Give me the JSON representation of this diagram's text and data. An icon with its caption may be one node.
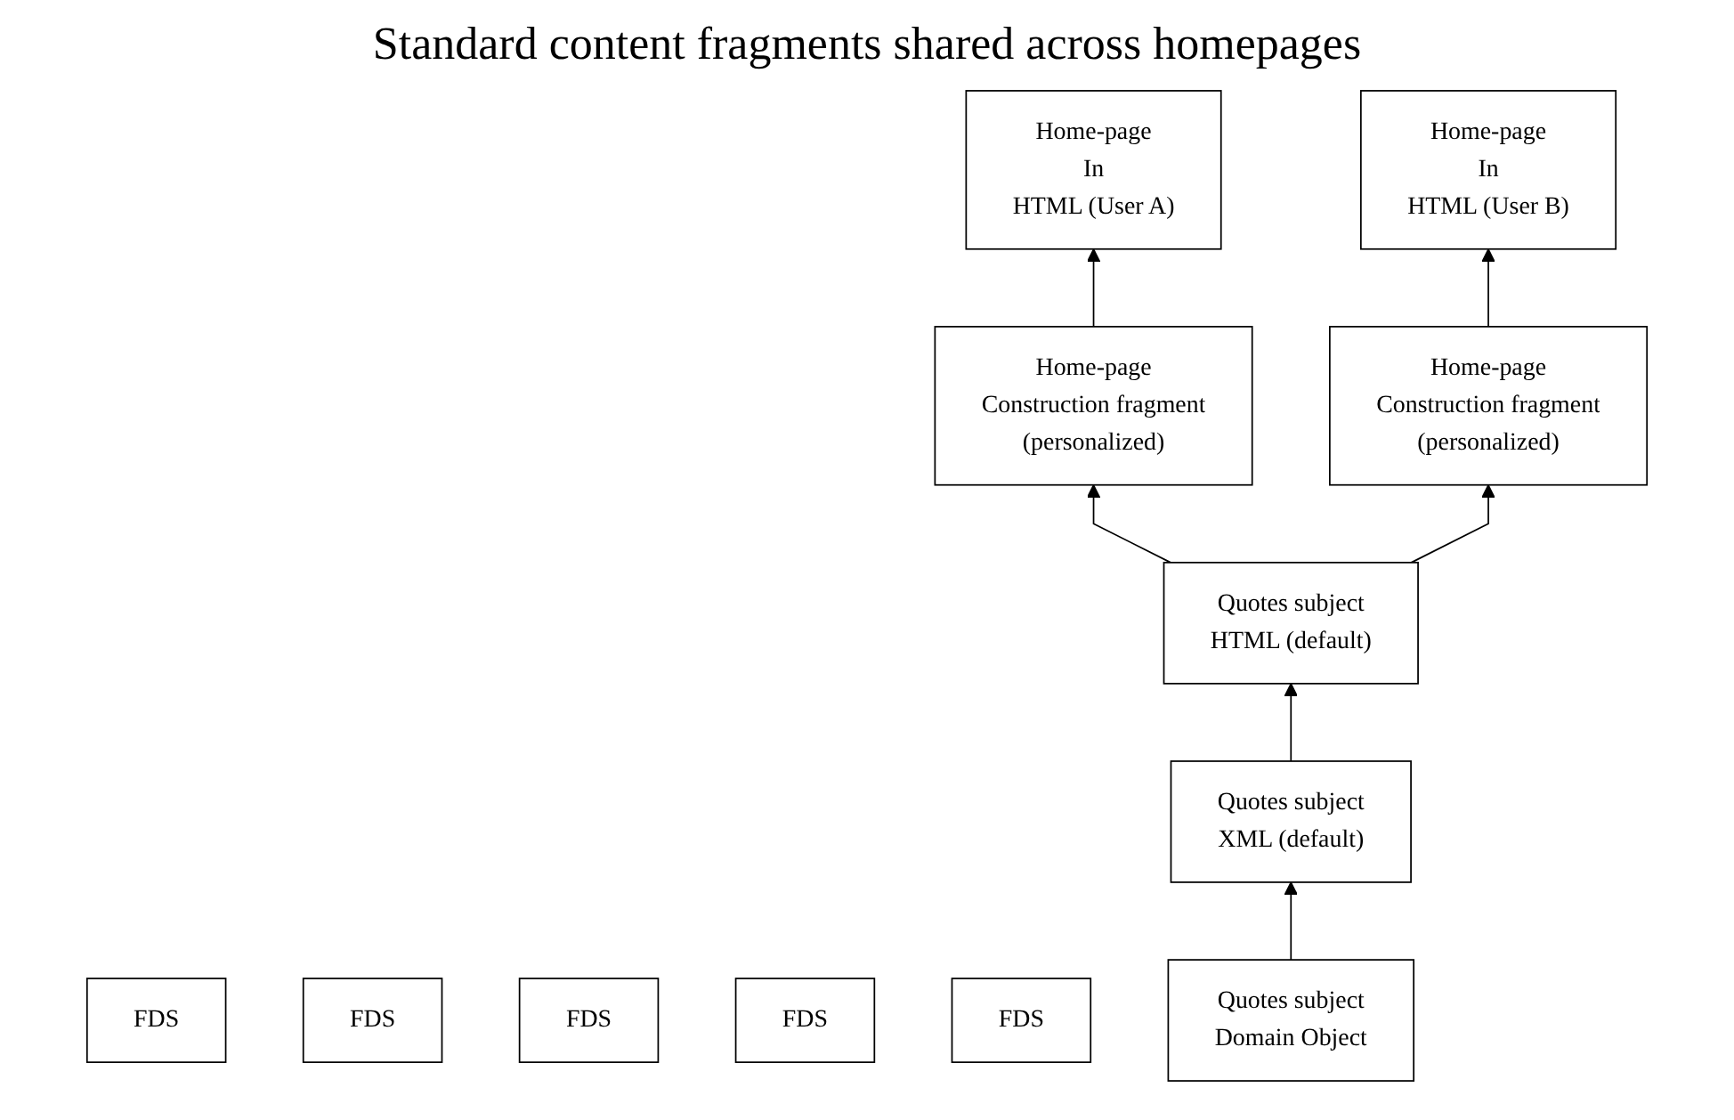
{
  "diagram": {
    "title": "Standard content fragments shared across homepages",
    "nodes": [
      {
        "text": [
          "Home-page",
          "In",
          "HTML (User A)"
        ]
      },
      {
        "text": [
          "Home-page",
          "In",
          "HTML (User B)"
        ]
      },
      {
        "text": [
          "FDS"
        ]
      },
      {
        "text": [
          "FDS"
        ]
      },
      {
        "text": [
          "Home-page",
          "Construction fragment",
          "(personalized)"
        ]
      },
      {
        "text": [
          "Home-page",
          "Construction fragment",
          "(personalized)"
        ]
      },
      {
        "text": [
          "FDS"
        ]
      },
      {
        "text": [
          "Quotes subject",
          "HTML (default)"
        ]
      },
      {
        "text": [
          "FDS"
        ]
      },
      {
        "text": [
          "Quotes subject",
          "XML (default)"
        ]
      },
      {
        "text": [
          "FDS"
        ]
      },
      {
        "text": [
          "Quotes subject",
          "Domain Object"
        ]
      }
    ],
    "edges": [
      {
        "from": 4,
        "to": 0,
        "arrow": "to"
      },
      {
        "from": 5,
        "to": 1,
        "arrow": "to"
      },
      {
        "from": 7,
        "to": 4,
        "arrow": "to"
      },
      {
        "from": 7,
        "to": 5,
        "arrow": "to"
      },
      {
        "from": 9,
        "to": 7,
        "arrow": "to"
      },
      {
        "from": 11,
        "to": 9,
        "arrow": "to"
      }
    ]
  }
}
